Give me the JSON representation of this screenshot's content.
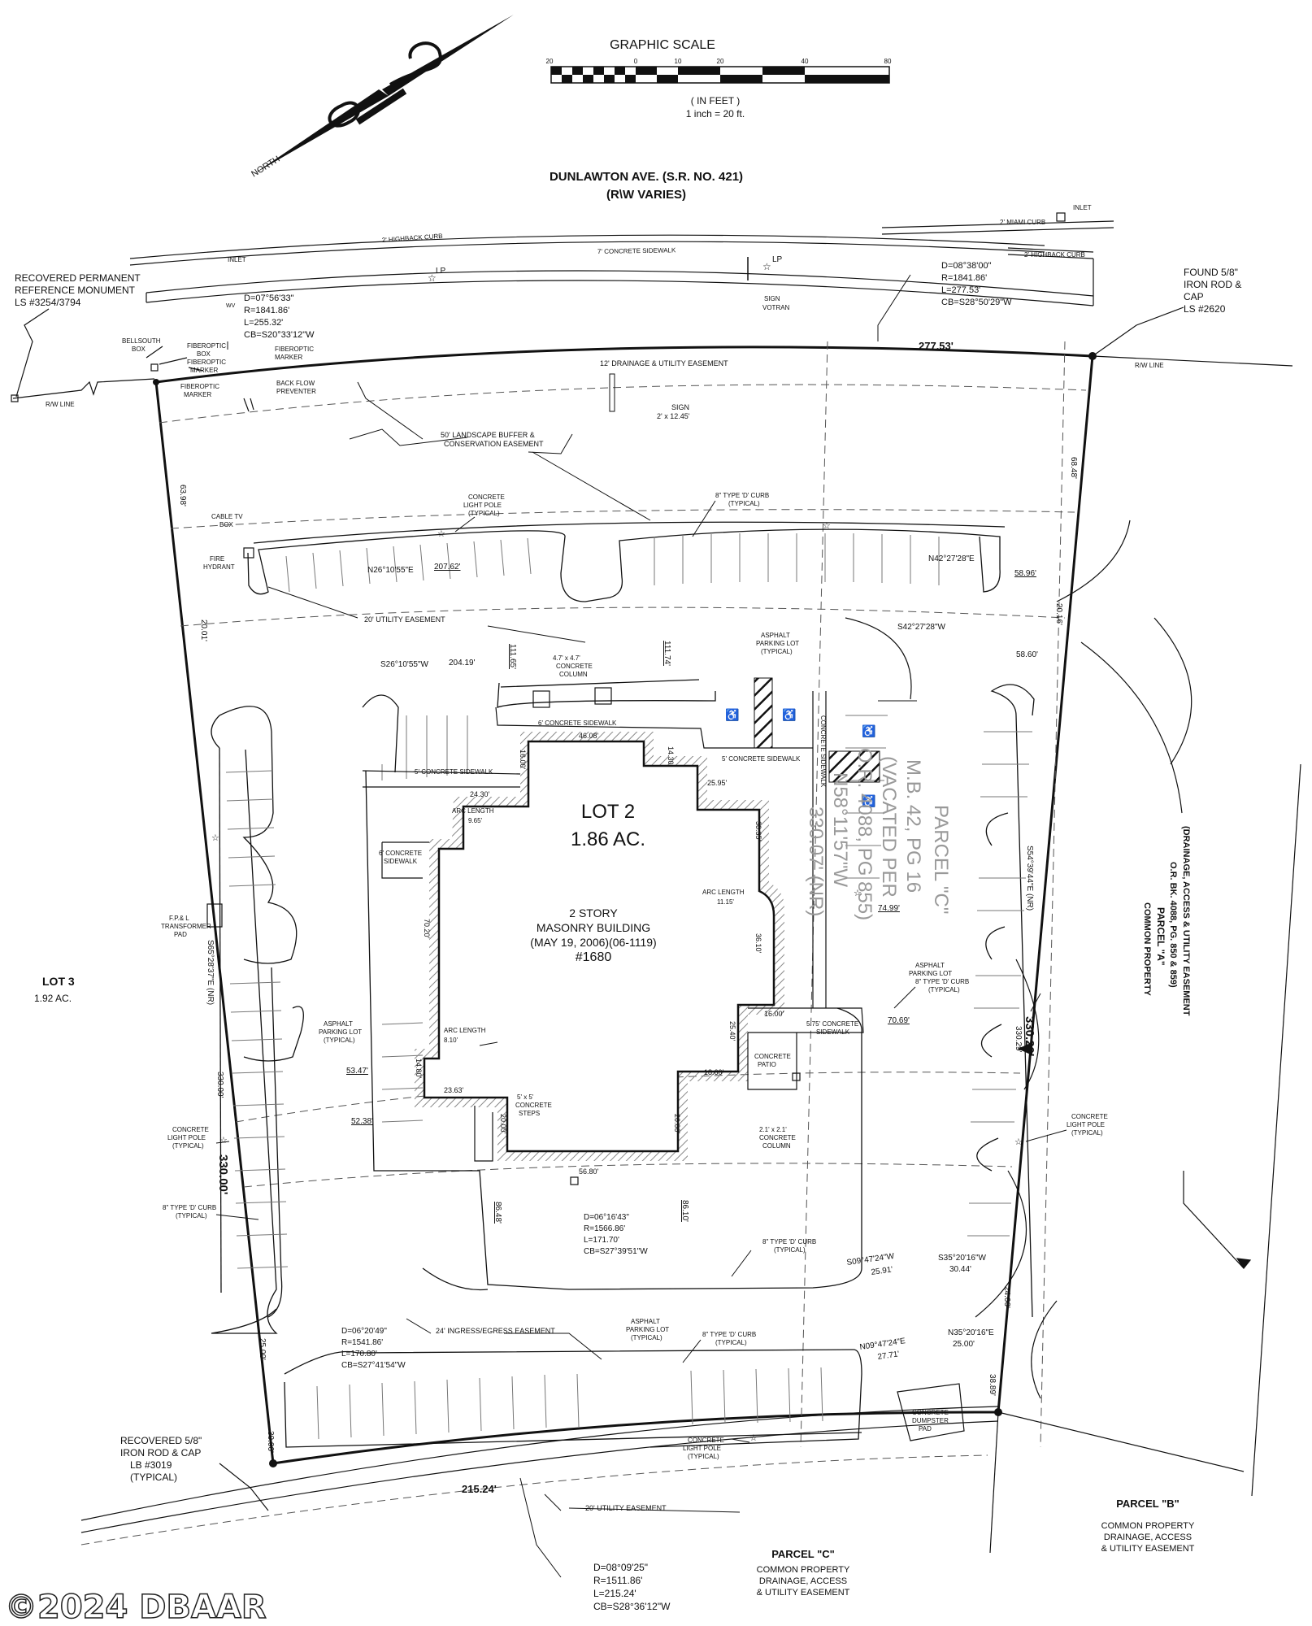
{
  "header": {
    "scale_title": "GRAPHIC SCALE",
    "scale_ticks": [
      "20",
      "0",
      "10",
      "20",
      "40",
      "80"
    ],
    "scale_units": "( IN FEET )",
    "scale_ratio": "1 inch = 20  ft.",
    "north_label": "NORTH"
  },
  "road": {
    "name": "DUNLAWTON AVE. (S.R. NO. 421)",
    "rw": "(R\\W VARIES)",
    "curb_left": "2' HIGHBACK CURB",
    "curb_right": "2' HIGHBACK CURB",
    "miami_curb": "2' MIAMI CURB",
    "sidewalk": "7' CONCRETE SIDEWALK",
    "inlet_left": "INLET",
    "inlet_right": "INLET",
    "lp_left": "LP",
    "lp_right": "LP",
    "sign_votran": [
      "SIGN",
      "VOTRAN"
    ],
    "ww": "WV"
  },
  "curves": {
    "left": [
      "D=07°56'33\"",
      "R=1841.86'",
      "L=255.32'",
      "CB=S20°33'12\"W"
    ],
    "right": [
      "D=08°38'00\"",
      "R=1841.86'",
      "L=277.53'",
      "CB=S28°50'29\"W"
    ],
    "center": [
      "D=06°16'43\"",
      "R=1566.86'",
      "L=171.70'",
      "CB=S27°39'51\"W"
    ],
    "lower": [
      "D=06°20'49\"",
      "R=1541.86'",
      "L=170.80'",
      "CB=S27°41'54\"W"
    ],
    "bottom": [
      "D=08°09'25\"",
      "R=1511.86'",
      "L=215.24'",
      "CB=S28°36'12\"W"
    ]
  },
  "monuments": {
    "recovered_ref": [
      "RECOVERED PERMANENT",
      "REFERENCE MONUMENT",
      "LS #3254/3794"
    ],
    "found_rod": [
      "FOUND 5/8\"",
      "IRON ROD &",
      "CAP",
      "LS #2620"
    ],
    "recovered_rod": [
      "RECOVERED 5/8\"",
      "IRON ROD & CAP",
      "LB #3019",
      "(TYPICAL)"
    ]
  },
  "utilities": {
    "bellsouth": [
      "BELLSOUTH",
      "BOX"
    ],
    "fiberoptic_box": [
      "FIBEROPTIC",
      "BOX",
      "FIBEROPTIC",
      "MARKER"
    ],
    "fiberoptic_marker": [
      "FIBEROPTIC",
      "MARKER"
    ],
    "fiberoptic_marker2": [
      "FIBEROPTIC",
      "MARKER"
    ],
    "backflow": [
      "BACK FLOW",
      "PREVENTER"
    ],
    "cable_tv": [
      "CABLE TV",
      "BOX"
    ],
    "fire_hydrant": [
      "FIRE",
      "HYDRANT"
    ],
    "transformer": [
      "F.P.& L",
      "TRANSFORMER",
      "PAD"
    ],
    "dumpster": [
      "CONCRETE",
      "DUMPSTER",
      "PAD"
    ],
    "rw_line_left": "R/W LINE",
    "rw_line_right": "R/W LINE"
  },
  "easements": {
    "drainage_12": "12' DRAINAGE & UTILITY EASEMENT",
    "sign": [
      "SIGN",
      "2' x 12.45'"
    ],
    "landscape": [
      "50' LANDSCAPE BUFFER &",
      "CONSERVATION EASEMENT"
    ],
    "utility_20": "20' UTILITY EASEMENT",
    "ingress_24": "24' INGRESS/EGRESS EASEMENT",
    "utility_20_bottom": "20' UTILITY EASEMENT"
  },
  "site_labels": {
    "light_pole": [
      "CONCRETE",
      "LIGHT POLE",
      "(TYPICAL)"
    ],
    "curb_d": [
      "8\" TYPE 'D' CURB",
      "(TYPICAL)"
    ],
    "parking": [
      "ASPHALT",
      "PARKING LOT",
      "(TYPICAL)"
    ],
    "column_47": [
      "4.7' x 4.7'",
      "CONCRETE",
      "COLUMN"
    ],
    "sidewalk_6": "6' CONCRETE SIDEWALK",
    "sidewalk_5a": "5' CONCRETE SIDEWALK",
    "sidewalk_5b": "5' CONCRETE SIDEWALK",
    "sidewalk_6_left": [
      "6' CONCRETE",
      "SIDEWALK"
    ],
    "concrete_sidewalk_vert": "CONCRETE SIDEWALK",
    "sidewalk_575": [
      "5.75' CONCRETE",
      "SIDEWALK"
    ],
    "patio": [
      "CONCRETE",
      "PATIO"
    ],
    "column_21": [
      "2.1' x 2.1'",
      "CONCRETE",
      "COLUMN"
    ],
    "steps": [
      "5' x 5'",
      "CONCRETE",
      "STEPS"
    ],
    "arc_length_1": [
      "ARC LENGTH",
      "9.65'"
    ],
    "arc_length_2": [
      "ARC LENGTH",
      "11.15'"
    ],
    "arc_length_3": [
      "ARC LENGTH",
      "8.10'"
    ]
  },
  "lot": {
    "name": "LOT 2",
    "area": "1.86 AC.",
    "building": [
      "2 STORY",
      "MASONRY BUILDING",
      "(MAY 19, 2006)(06-1119)",
      "#1680"
    ]
  },
  "neighbors": {
    "lot3": [
      "LOT 3",
      "1.92 AC."
    ],
    "parcel_c_vacated": [
      "PARCEL \"C\"",
      "M.B. 42, PG 16",
      "(VACATED PER",
      "O.R. 4088, PG 855)",
      "N58°11'57\"W",
      "330.07' (NR)"
    ],
    "parcel_a": [
      "(DRAINAGE, ACCESS & UTILITY EASEMENT",
      "O.R. BK. 4088, PG. 850 & 859)",
      "PARCEL \"A\"",
      "COMMON PROPERTY"
    ],
    "parcel_b": [
      "PARCEL \"B\"",
      "COMMON PROPERTY",
      "DRAINAGE, ACCESS",
      "& UTILITY EASEMENT"
    ],
    "parcel_c_bottom": [
      "PARCEL \"C\"",
      "COMMON PROPERTY",
      "DRAINAGE, ACCESS",
      "& UTILITY EASEMENT"
    ]
  },
  "bearings": {
    "b_top": "277.53'",
    "b_bottom": "215.24'",
    "b_left": "330.00'",
    "b_left_small": "330.00'",
    "b_right": "330.29'",
    "b_right_small": "330.29'",
    "left_brg": "S65°28'37\"E (NR)",
    "right_brg": "S54°39'44\"E (NR)",
    "n26": "N26°10'55\"E",
    "v207": "207.62'",
    "s26": "S26°10'55\"W",
    "v204": "204.19'",
    "n42": "N42°27'28\"E",
    "v5896": "58.96'",
    "s42": "S42°27'28\"W",
    "v5860": "58.60'",
    "v6398": "63.98'",
    "v6848": "68.48'",
    "v2001": "20.01'",
    "v2016": "20.16'",
    "v11165": "111.65'",
    "v11174": "111.74'",
    "v7499": "74.99'",
    "v7069": "70.69'",
    "v5347": "53.47'",
    "v5238": "52.38'",
    "v8648": "86.48'",
    "v8610": "86.10'",
    "s09": "S09°47'24\"W",
    "v2591": "25.91'",
    "s35": "S35°20'16\"W",
    "v3044": "30.44'",
    "n09": "N09°47'24\"E",
    "v2771": "27.71'",
    "n35": "N35°20'16\"E",
    "v2500r": "25.00'",
    "v2500l": "25.00'",
    "v2400": "24.00'",
    "v3889": "38.89'",
    "v3000": "30.00'"
  },
  "building_dims": {
    "d4608": "46.08'",
    "d1430": "14.30'",
    "d1600a": "16.00'",
    "d2595": "25.95'",
    "d2430": "24.30'",
    "d3035": "30.35'",
    "d7020": "70.20'",
    "d3610": "36.10'",
    "d1600b": "16.00'",
    "d2540": "25.40'",
    "d1860": "18.60'",
    "d1480": "14.80'",
    "d2363": "23.63'",
    "d2000a": "20.00'",
    "d2000b": "20.00'",
    "d5680": "56.80'"
  },
  "watermark": "©2024 DBAAR"
}
